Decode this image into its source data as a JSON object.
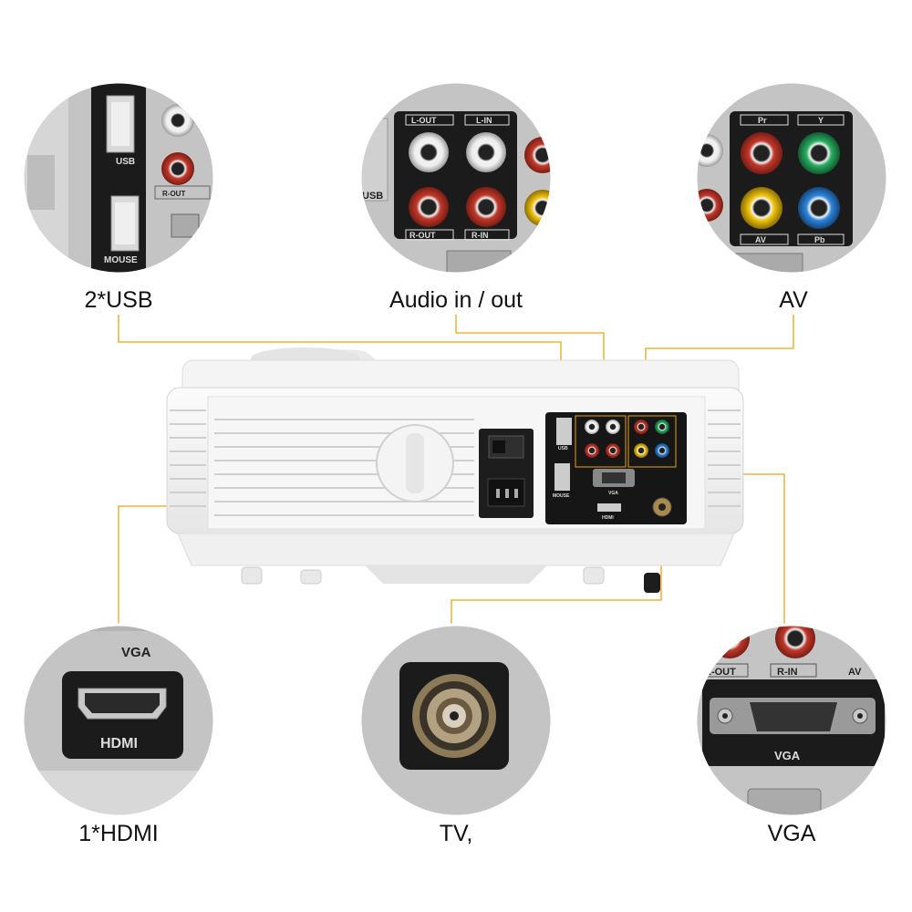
{
  "callouts": {
    "usb": {
      "label": "2*USB",
      "port_labels": [
        "USB",
        "MOUSE"
      ]
    },
    "audio": {
      "label": "Audio in / out",
      "port_labels": [
        "L-OUT",
        "L-IN",
        "R-OUT",
        "R-IN"
      ]
    },
    "av": {
      "label": "AV",
      "port_labels": [
        "Pr",
        "Y",
        "AV",
        "Pb"
      ]
    },
    "hdmi": {
      "label": "1*HDMI",
      "port_labels": [
        "VGA",
        "HDMI"
      ]
    },
    "tv": {
      "label": "TV,"
    },
    "vga": {
      "label": "VGA",
      "port_labels": [
        "R-OUT",
        "R-IN",
        "AV",
        "VGA"
      ]
    }
  },
  "projector_panel_labels": [
    "USB",
    "MOUSE",
    "VGA",
    "HDMI"
  ],
  "colors": {
    "leader_line": "#e8a317",
    "jack_red": "#c0392b",
    "jack_white": "#eeeeee",
    "jack_green": "#27ae60",
    "jack_yellow": "#f1c40f",
    "jack_blue": "#2e86de",
    "panel_black": "#1b1b1b",
    "circle_gray": "#c4c4c4"
  }
}
